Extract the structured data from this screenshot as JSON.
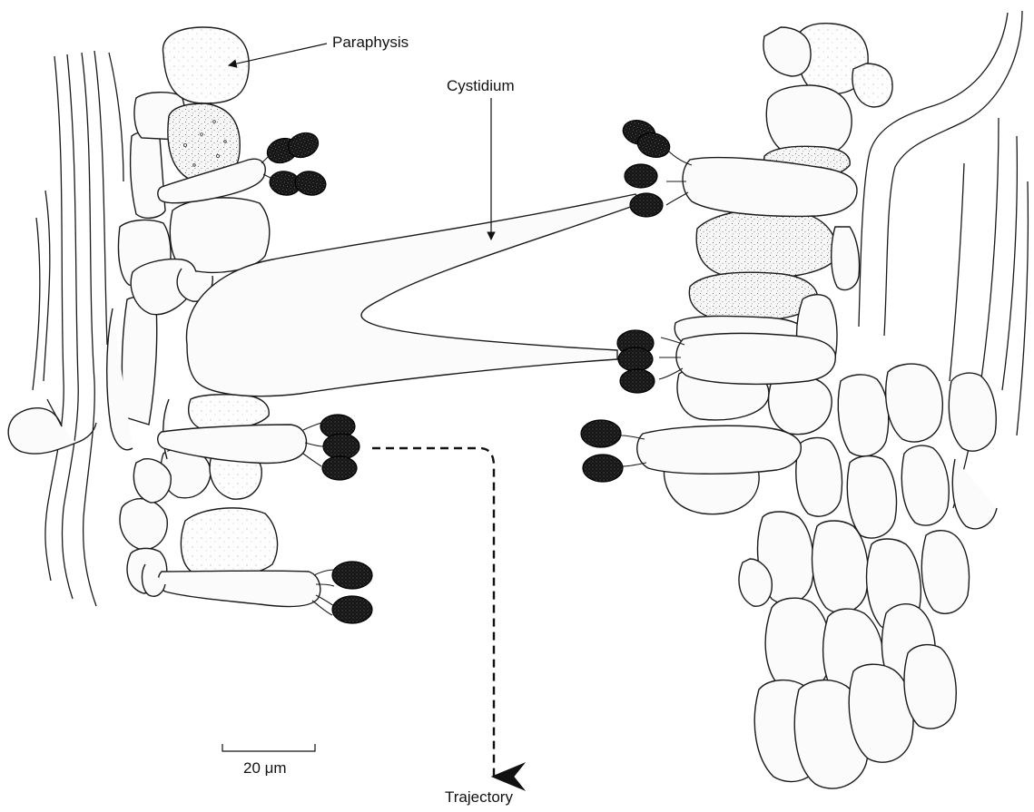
{
  "labels": {
    "paraphysis": "Paraphysis",
    "cystidium": "Cystidium",
    "trajectory": "Trajectory",
    "scale_bar": "20 μm"
  },
  "colors": {
    "ink": "#111111",
    "spore": "#1a1a1a",
    "background": "#ffffff"
  }
}
